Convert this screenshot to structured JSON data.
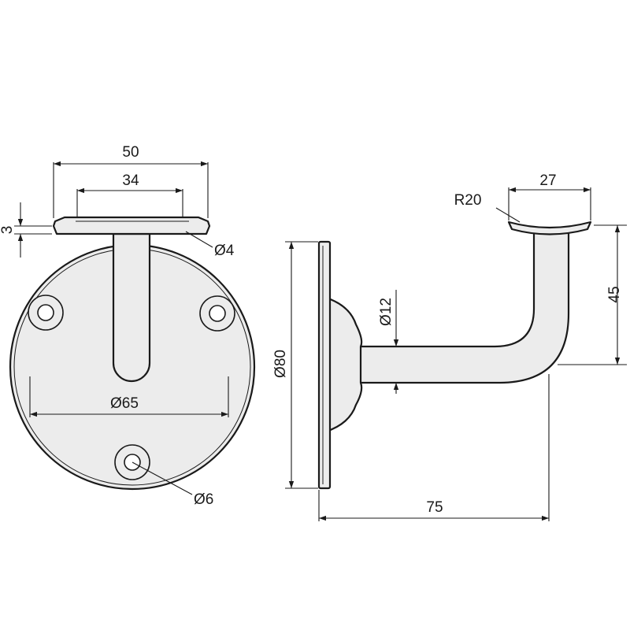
{
  "dimensions": {
    "plate_width": "50",
    "arm_width": "34",
    "plate_thickness": "3",
    "screw_hole_small": "Ø4",
    "base_pitch_circle": "Ø65",
    "base_hole": "Ø6",
    "base_diameter": "Ø80",
    "arm_diameter": "Ø12",
    "saddle_radius": "R20",
    "saddle_width": "27",
    "height": "45",
    "projection": "75"
  }
}
